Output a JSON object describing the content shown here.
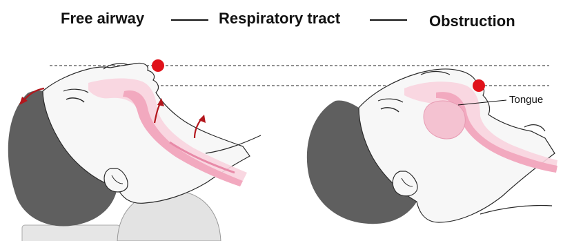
{
  "header": {
    "title_free_airway": "Free airway",
    "title_respiratory_tract": "Respiratory tract",
    "title_obstruction": "Obstruction"
  },
  "annotations": {
    "tongue_label": "Tongue"
  },
  "colors": {
    "head_gray": "#5f5f5f",
    "skin_outline": "#2a2a2a",
    "airway_pink": "#f2a9bf",
    "airway_pink_light": "#f8d3de",
    "marker_red": "#e0121a",
    "arrow_red": "#b3161c",
    "pillow_gray": "#e3e3e3"
  },
  "icons": {
    "marker": "red-dot-marker",
    "arrows": "curved-arrow"
  }
}
